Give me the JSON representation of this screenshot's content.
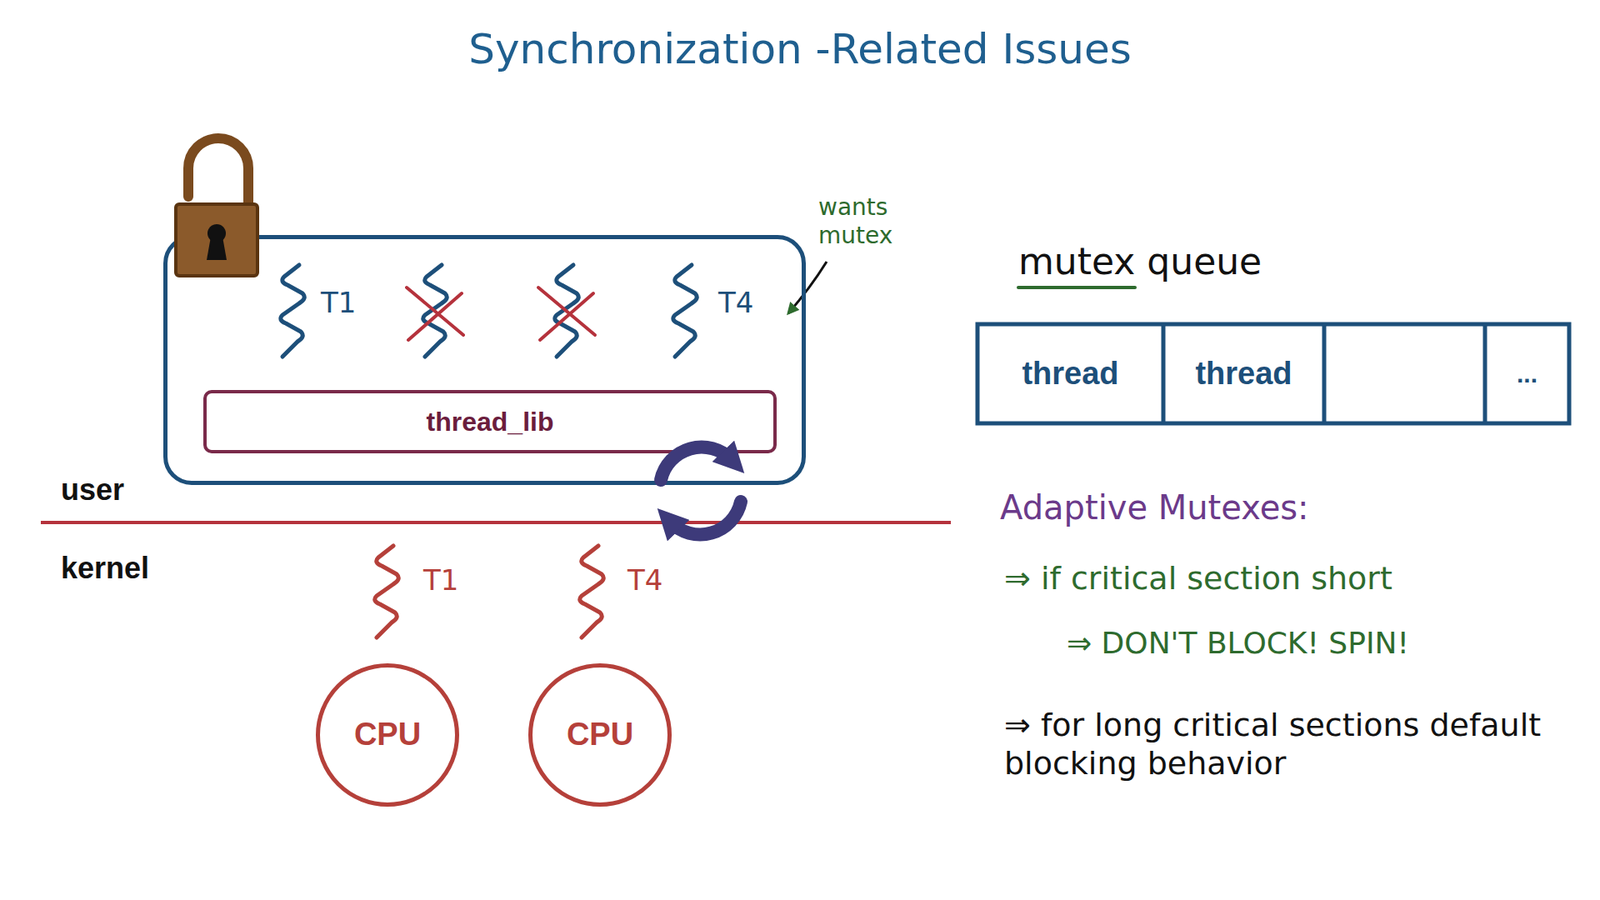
{
  "diagram": {
    "title": "Synchronization -Related Issues",
    "nodes": [
      {
        "text": [
          "T1",
          "T4"
        ]
      },
      {
        "text": [
          "thread_lib"
        ],
        "in": 0
      },
      {
        "text": [
          "CPU"
        ]
      },
      {
        "text": [
          "CPU"
        ]
      },
      {
        "text": [
          "thread"
        ]
      },
      {
        "text": [
          "thread"
        ]
      },
      {
        "text": [
          "..."
        ]
      }
    ],
    "labels": [
      "wants mutex",
      "user",
      "kernel",
      "T1",
      "T4",
      "mutex queue",
      "Adaptive Mutexes:",
      "⇒ if critical section short",
      "⇒ DON'T BLOCK! SPIN!",
      "⇒ for long critical sections default blocking behavior"
    ]
  }
}
